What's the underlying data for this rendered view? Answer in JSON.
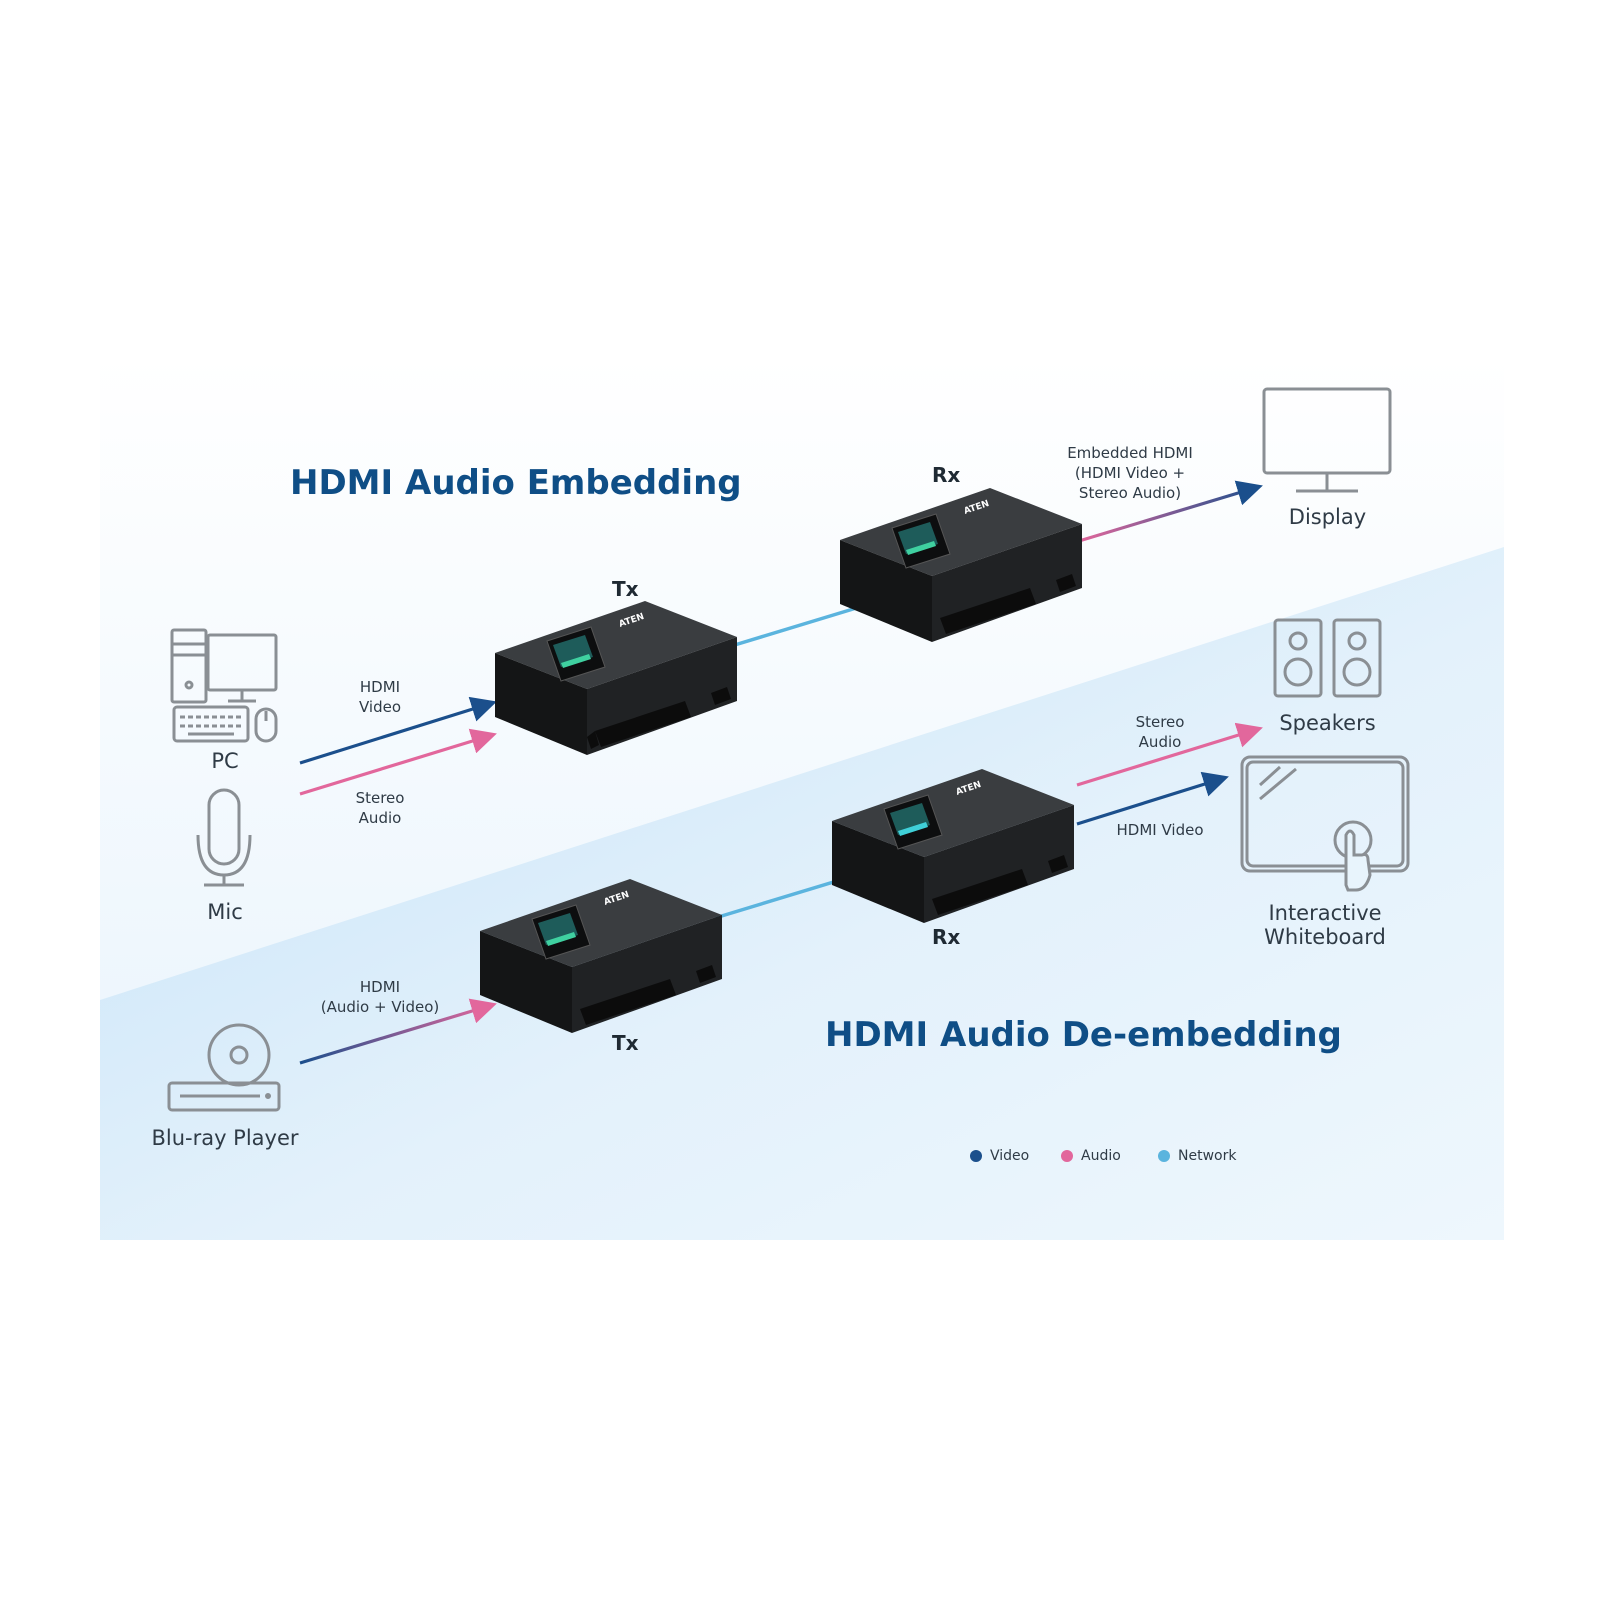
{
  "titles": {
    "embedding": "HDMI Audio Embedding",
    "deembedding": "HDMI Audio De-embedding"
  },
  "devices": {
    "tx_top": "Tx",
    "rx_top": "Rx",
    "tx_bottom": "Tx",
    "rx_bottom": "Rx",
    "brand": "ATEN"
  },
  "sources": {
    "pc": "PC",
    "mic": "Mic",
    "bluray": "Blu-ray Player"
  },
  "outputs": {
    "display": "Display",
    "speakers": "Speakers",
    "whiteboard_line1": "Interactive",
    "whiteboard_line2": "Whiteboard"
  },
  "signals": {
    "hdmi_video_l1": "HDMI",
    "hdmi_video_l2": "Video",
    "stereo_audio_l1": "Stereo",
    "stereo_audio_l2": "Audio",
    "embedded_l1": "Embedded HDMI",
    "embedded_l2": "(HDMI Video +",
    "embedded_l3": "Stereo Audio)",
    "hdmi_av_l1": "HDMI",
    "hdmi_av_l2": "(Audio + Video)",
    "out_stereo_l1": "Stereo",
    "out_stereo_l2": "Audio",
    "out_hdmi_video": "HDMI Video"
  },
  "legend": [
    {
      "label": "Video",
      "color": "#1b4f8c"
    },
    {
      "label": "Audio",
      "color": "#e2679c"
    },
    {
      "label": "Network",
      "color": "#5bb4de"
    }
  ],
  "colors": {
    "video": "#1b4f8c",
    "audio": "#e2679c",
    "network": "#5bb4de",
    "title": "#0f4e86",
    "icon_stroke": "#8a8f94"
  }
}
